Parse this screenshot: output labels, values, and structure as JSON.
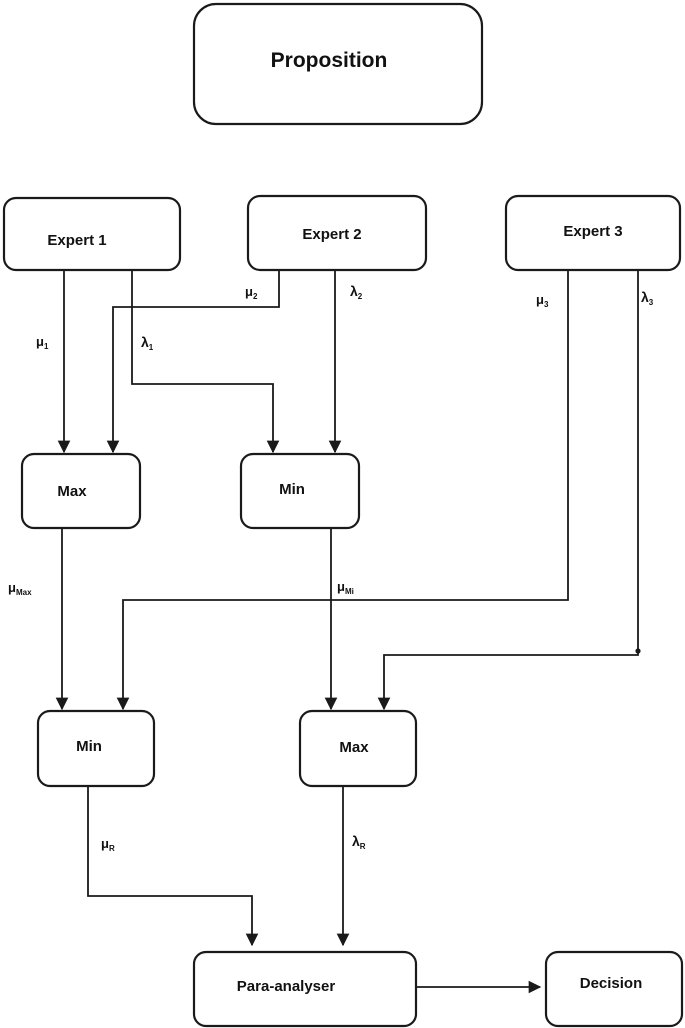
{
  "nodes": {
    "proposition": "Proposition",
    "expert_1": "Expert 1",
    "expert_2": "Expert 2",
    "expert_3": "Expert 3",
    "max_1": "Max",
    "min_1": "Min",
    "min_2": "Min",
    "max_2": "Max",
    "para_analyser": "Para-analyser",
    "decision": "Decision"
  },
  "edge_labels": {
    "mu1": {
      "base": "μ",
      "sub": "1"
    },
    "lambda1": {
      "base": "λ",
      "sub": "1"
    },
    "mu2": {
      "base": "μ",
      "sub": "2"
    },
    "lambda2": {
      "base": "λ",
      "sub": "2"
    },
    "mu3": {
      "base": "μ",
      "sub": "3"
    },
    "lambda3": {
      "base": "λ",
      "sub": "3"
    },
    "mu_max": {
      "base": "μ",
      "sub": "Max"
    },
    "mu_mi": {
      "base": "μ",
      "sub": "Mi"
    },
    "mu_r": {
      "base": "μ",
      "sub": "R"
    },
    "lambda_r": {
      "base": "λ",
      "sub": "R"
    }
  }
}
